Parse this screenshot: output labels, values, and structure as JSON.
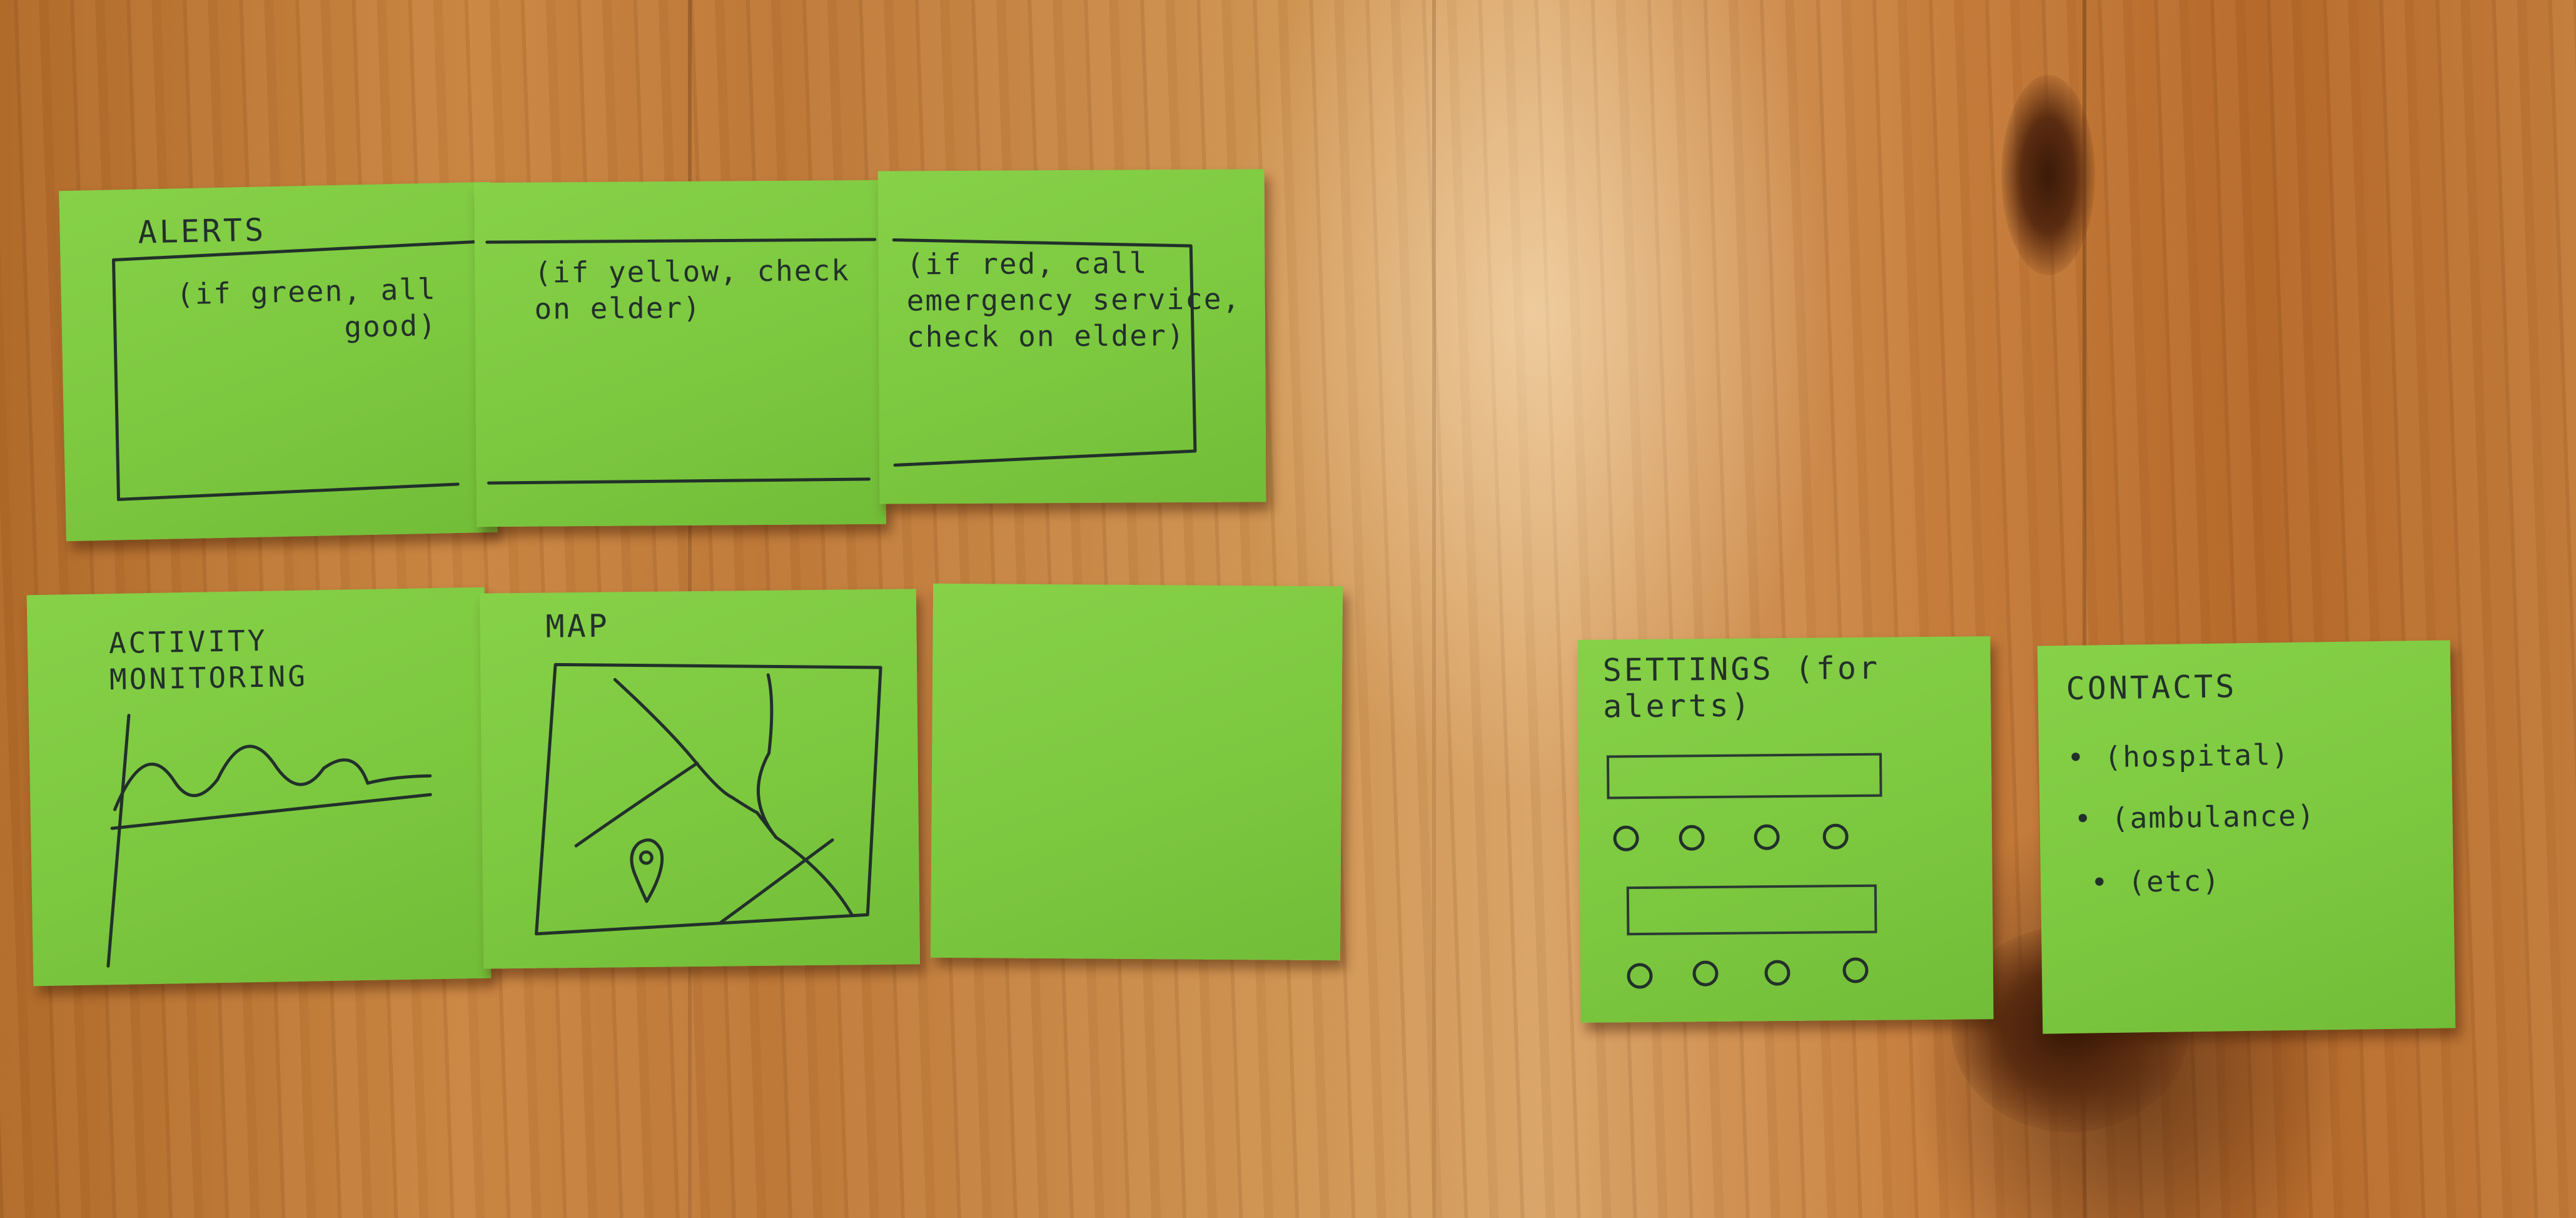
{
  "notes": {
    "alerts": {
      "title": "ALERTS",
      "text": "(if green, all\ngood)"
    },
    "yellow": {
      "text": "(if yellow, check\non elder)"
    },
    "red": {
      "text": "(if red, call\nemergency service,\ncheck on elder)"
    },
    "activity": {
      "title": "ACTIVITY MONITORING"
    },
    "map": {
      "title": "MAP"
    },
    "settings": {
      "title": "SETTINGS (for\nalerts)"
    },
    "contacts": {
      "title": "CONTACTS",
      "items": [
        "(hospital)",
        "(ambulance)",
        "(etc)"
      ]
    }
  },
  "colors": {
    "note": "#7cc83f",
    "ink": "#22302a",
    "wood": "#c98542"
  },
  "icons": [
    "map-pin-icon",
    "radio-option-icon"
  ]
}
